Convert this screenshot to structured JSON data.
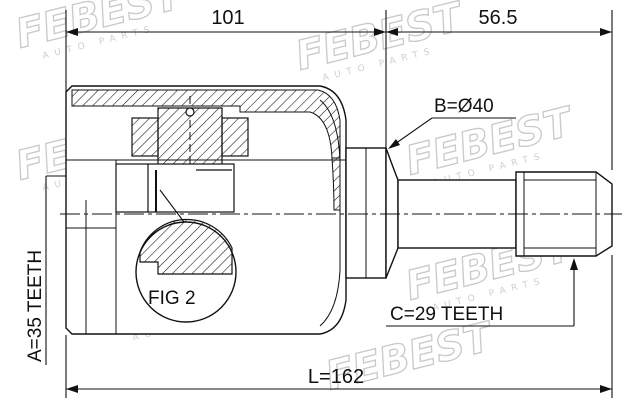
{
  "dimensions": {
    "top_left": "101",
    "top_right": "56.5",
    "bottom_length": "L=162"
  },
  "labels": {
    "outer_diameter": "B=Ø40",
    "inner_spline": "A=35 TEETH",
    "outer_spline": "C=29 TEETH",
    "detail": "FIG 2"
  },
  "watermark": {
    "brand": "FEBEST",
    "tagline": "AUTO PARTS"
  },
  "colors": {
    "line": "#111111",
    "hatch": "#111111",
    "watermark": "#c9c9c9",
    "background": "#ffffff"
  }
}
